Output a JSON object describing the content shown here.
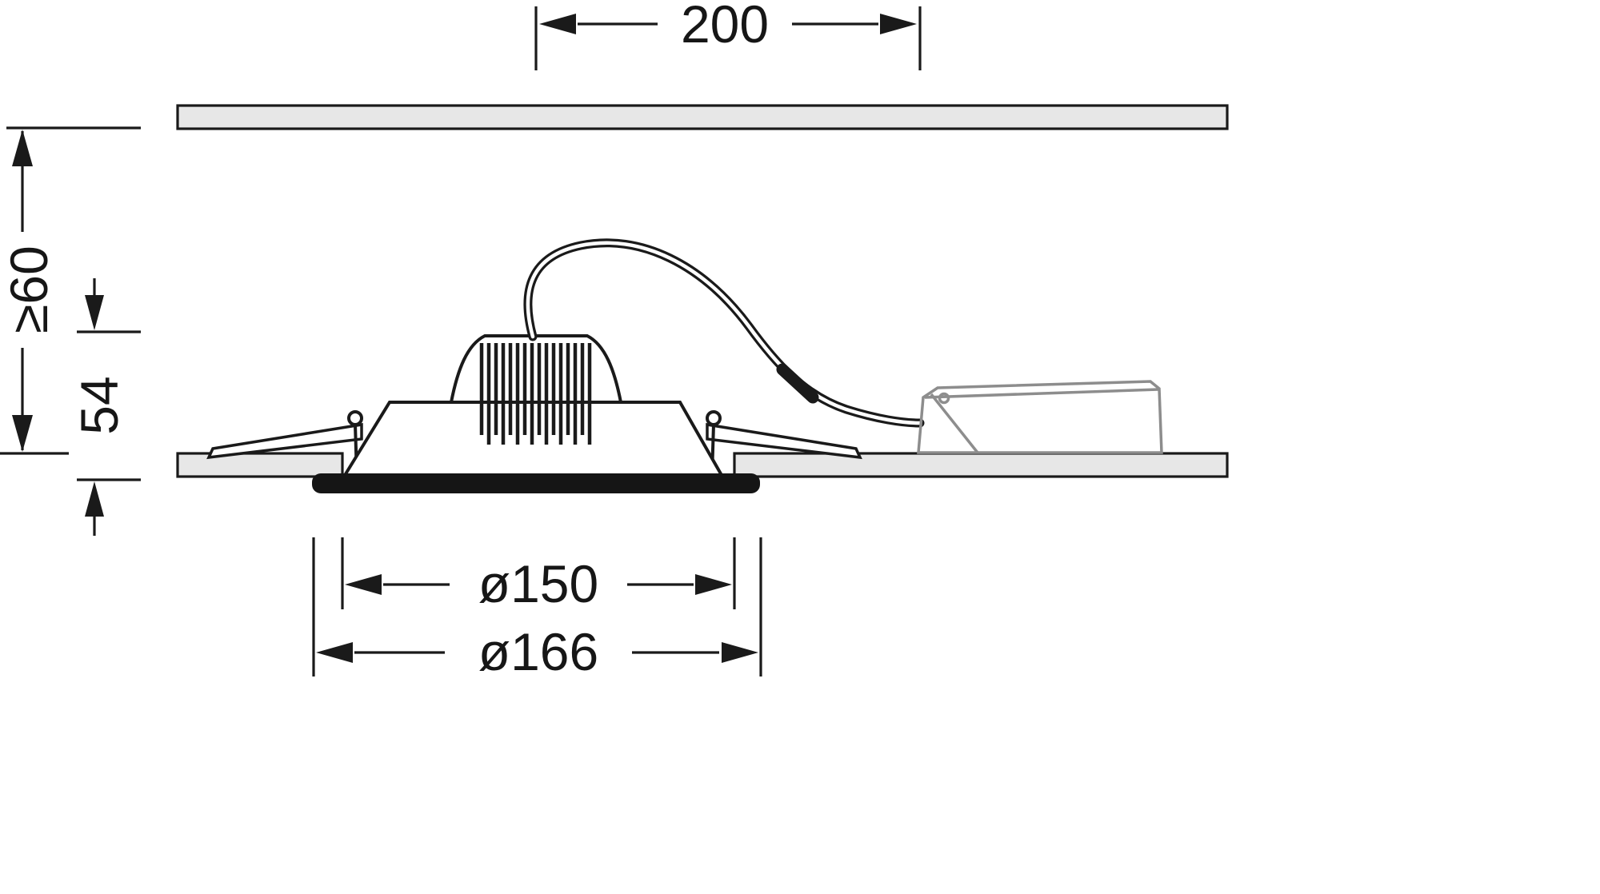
{
  "drawing": {
    "type": "technical-dimension-drawing",
    "subject": "recessed-downlight-with-remote-driver-section-view",
    "labels": {
      "dim_200": "200",
      "dim_min60": "≥60",
      "dim_54": "54",
      "dim_150": "ø150",
      "dim_166": "ø166"
    },
    "colors": {
      "line": "#1a1a1a",
      "panel": "#e7e7e7",
      "driver": "#8d8d8d",
      "background": "#ffffff"
    }
  }
}
